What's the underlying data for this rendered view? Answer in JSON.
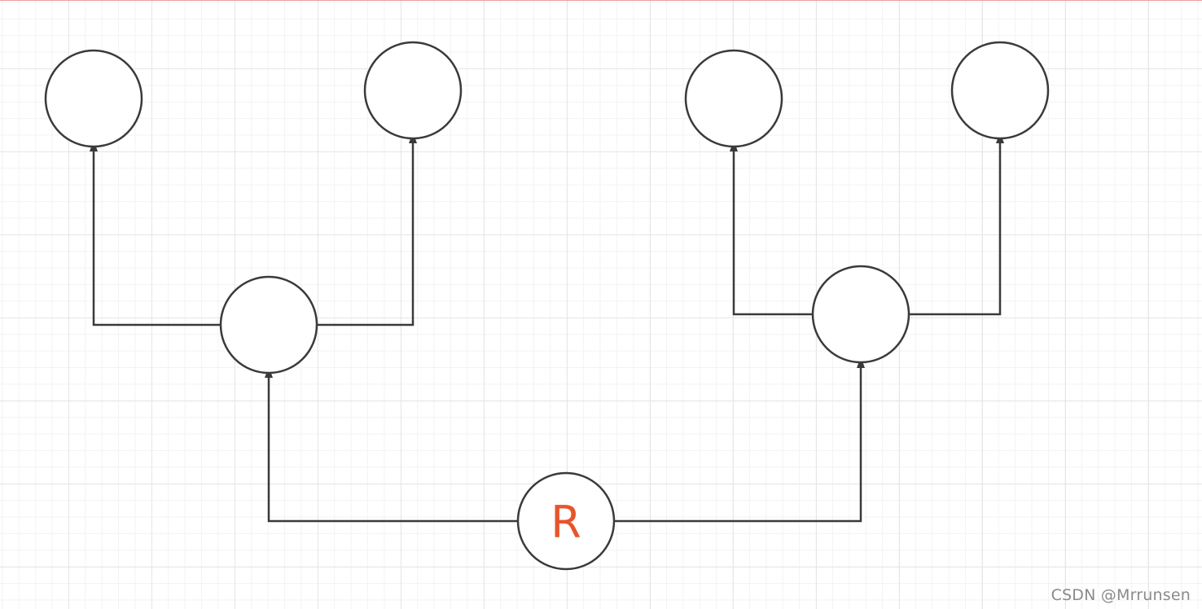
{
  "diagram": {
    "nodes": [
      {
        "id": "root",
        "label": "R"
      },
      {
        "id": "left-child",
        "label": ""
      },
      {
        "id": "right-child",
        "label": ""
      },
      {
        "id": "left-left-leaf",
        "label": ""
      },
      {
        "id": "left-right-leaf",
        "label": ""
      },
      {
        "id": "right-left-leaf",
        "label": ""
      },
      {
        "id": "right-right-leaf",
        "label": ""
      }
    ],
    "edges": [
      {
        "from": "root",
        "to": "left-child"
      },
      {
        "from": "root",
        "to": "right-child"
      },
      {
        "from": "left-child",
        "to": "left-left-leaf"
      },
      {
        "from": "left-child",
        "to": "left-right-leaf"
      },
      {
        "from": "right-child",
        "to": "right-left-leaf"
      },
      {
        "from": "right-child",
        "to": "right-right-leaf"
      }
    ],
    "colors": {
      "stroke": "#3a3a3a",
      "label": "#e8542a",
      "grid": "#e6e6e6"
    }
  },
  "watermark": "CSDN @Mrrunsen"
}
